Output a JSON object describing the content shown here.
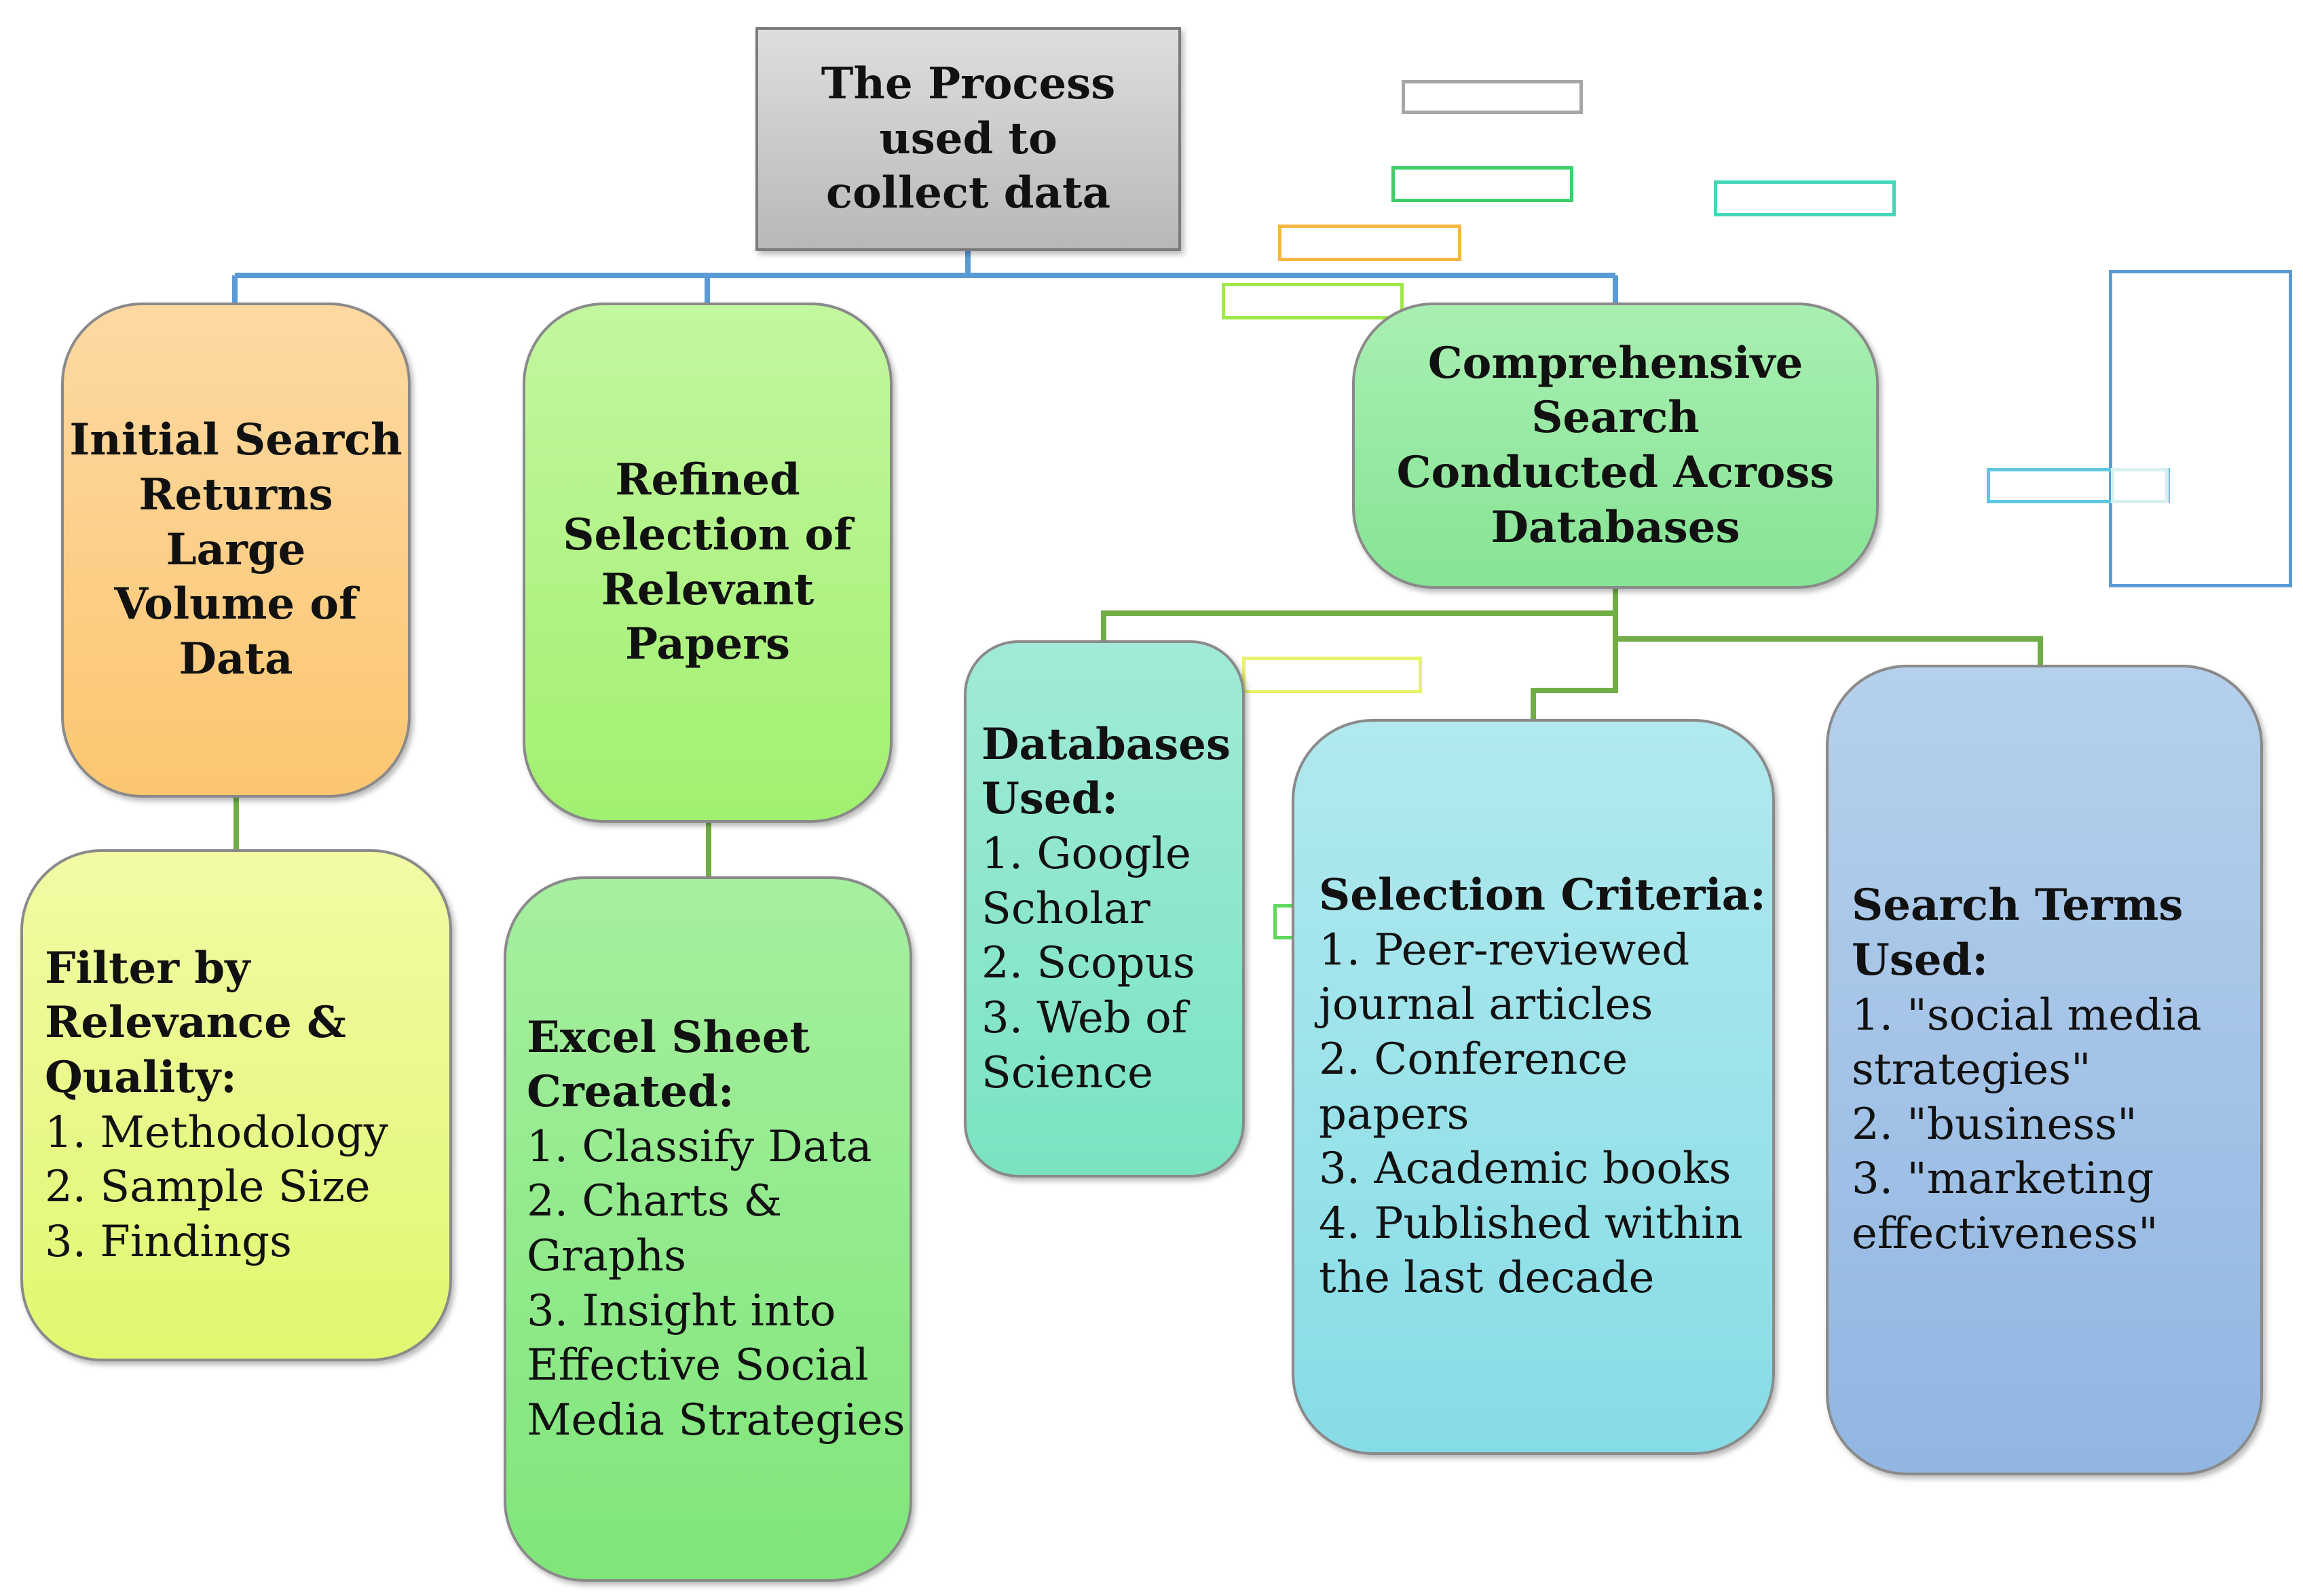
{
  "root": {
    "title_line1": "The Process used to",
    "title_line2": "collect data"
  },
  "initial_search": {
    "lines": [
      "Initial Search",
      "Returns Large",
      "Volume of",
      "Data"
    ]
  },
  "filter": {
    "heading_lines": [
      "Filter by",
      "Relevance &",
      "Quality:"
    ],
    "items": [
      "1. Methodology",
      "2. Sample Size",
      "3. Findings"
    ]
  },
  "refined": {
    "lines": [
      "Refined",
      "Selection of",
      "Relevant",
      "Papers"
    ]
  },
  "excel": {
    "heading_lines": [
      "Excel Sheet",
      "Created:"
    ],
    "items": [
      "1. Classify Data",
      "2. Charts &",
      "Graphs",
      "3. Insight into",
      "Effective Social",
      "Media Strategies"
    ]
  },
  "comprehensive": {
    "lines": [
      "Comprehensive Search",
      "Conducted Across",
      "Databases"
    ]
  },
  "databases": {
    "heading_lines": [
      "Databases",
      "Used:"
    ],
    "items": [
      "1. Google",
      "Scholar",
      "2. Scopus",
      "3. Web of",
      "Science"
    ]
  },
  "selection": {
    "heading_lines": [
      "Selection Criteria:"
    ],
    "items": [
      "1. Peer-reviewed",
      "journal articles",
      "2. Conference papers",
      "3. Academic books",
      "4. Published within",
      "the last decade"
    ]
  },
  "terms": {
    "heading_lines": [
      "Search Terms",
      "Used:"
    ],
    "items": [
      "1. \"social media",
      "strategies\"",
      "2. \"business\"",
      "3. \"marketing",
      "effectiveness\""
    ]
  },
  "colors": {
    "connector_blue": "#5b9bd5",
    "connector_green": "#70ad47",
    "root_fill": "#c8c8c8",
    "initial_fill": "#fbc670",
    "filter_fill": "#e1f770",
    "refined_fill": "#a2f070",
    "excel_fill": "#7fe67a",
    "comprehensive_fill": "#86e494",
    "databases_fill": "#7ae3c2",
    "selection_fill": "#86dce6",
    "terms_fill": "#91b6e2"
  }
}
